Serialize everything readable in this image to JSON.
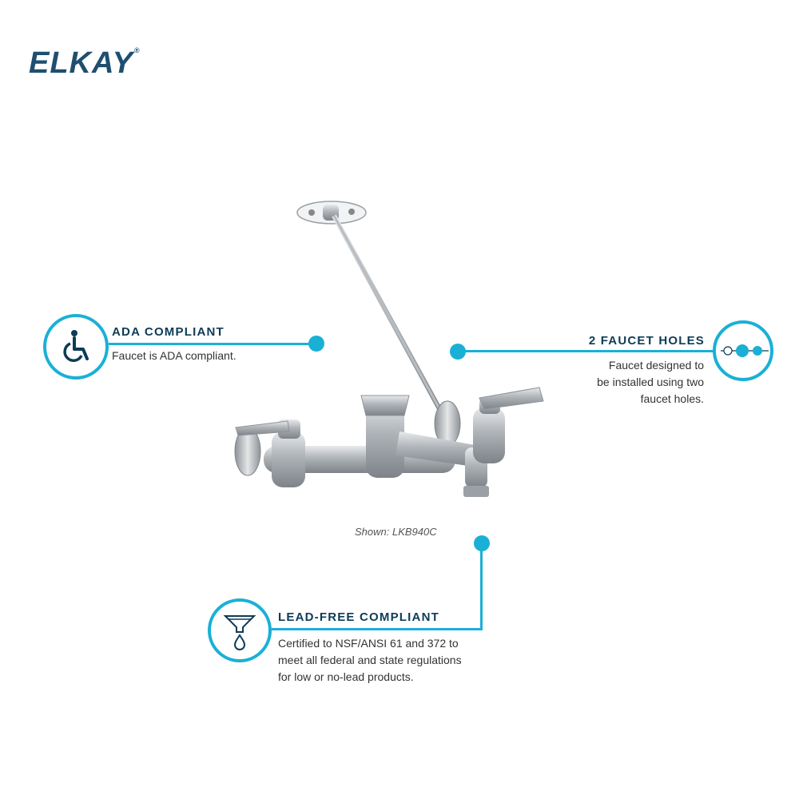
{
  "brand": {
    "logo_text": "ELKAY",
    "trademark": "®"
  },
  "product": {
    "caption": "Shown: LKB940C"
  },
  "features": {
    "ada": {
      "title": "ADA COMPLIANT",
      "text": "Faucet is ADA compliant.",
      "icon": "wheelchair-icon"
    },
    "holes": {
      "title": "2 FAUCET HOLES",
      "text_lines": [
        "Faucet designed to",
        "be installed using two",
        "faucet holes."
      ],
      "icon": "faucet-holes-icon"
    },
    "lead": {
      "title": "LEAD-FREE COMPLIANT",
      "text_lines": [
        "Certified to NSF/ANSI 61 and 372 to",
        "meet all federal and state regulations",
        "for low or no-lead products."
      ],
      "icon": "filter-drop-icon"
    }
  },
  "colors": {
    "accent": "#1ab0d6",
    "title": "#0d3b57",
    "brand": "#1f4f6f"
  }
}
